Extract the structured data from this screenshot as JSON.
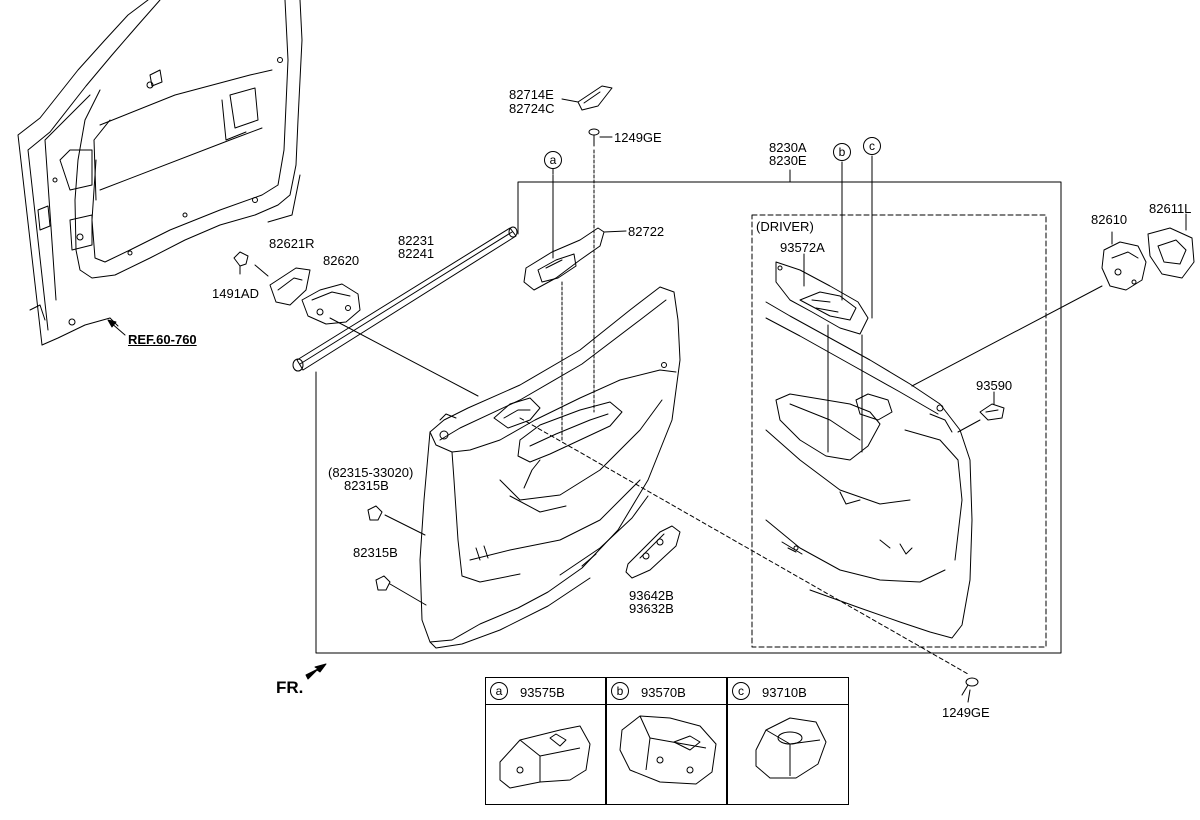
{
  "callouts": {
    "a": "a",
    "b": "b",
    "c": "c"
  },
  "labels": {
    "p82714E": "82714E",
    "p82724C": "82724C",
    "p1249GE_top": "1249GE",
    "p82722": "82722",
    "p8230A": "8230A",
    "p8230E": "8230E",
    "p82610": "82610",
    "p82611L": "82611L",
    "driver": "(DRIVER)",
    "p93572A": "93572A",
    "p93590": "93590",
    "p82231": "82231",
    "p82241": "82241",
    "p82621R": "82621R",
    "p82620": "82620",
    "p1491AD": "1491AD",
    "ref": "REF.60-760",
    "p82315_33020": "(82315-33020)",
    "p82315B_1": "82315B",
    "p82315B_2": "82315B",
    "p93642B": "93642B",
    "p93632B": "93632B",
    "p1249GE_bottom": "1249GE",
    "fr": "FR."
  },
  "legend": [
    {
      "key": "a",
      "code": "93575B"
    },
    {
      "key": "b",
      "code": "93570B"
    },
    {
      "key": "c",
      "code": "93710B"
    }
  ]
}
